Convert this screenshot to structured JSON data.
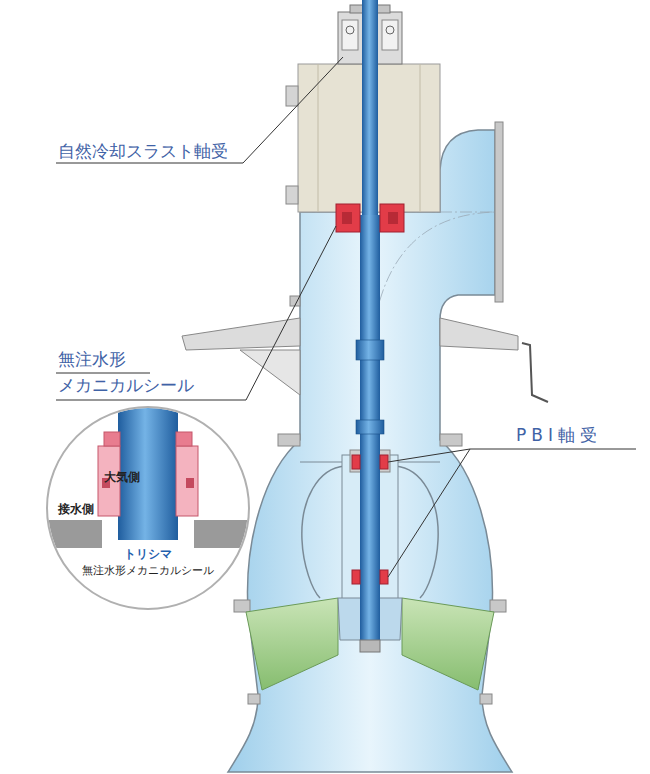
{
  "diagram": {
    "nodes": [
      {
        "text": [
          "大気側",
          "接水側",
          "トリシマ",
          "無注水形メカニカルシール"
        ]
      }
    ],
    "labels": [
      "自然冷却スラスト軸受",
      "無注水形 メカニカルシール",
      "PBI軸受"
    ]
  }
}
